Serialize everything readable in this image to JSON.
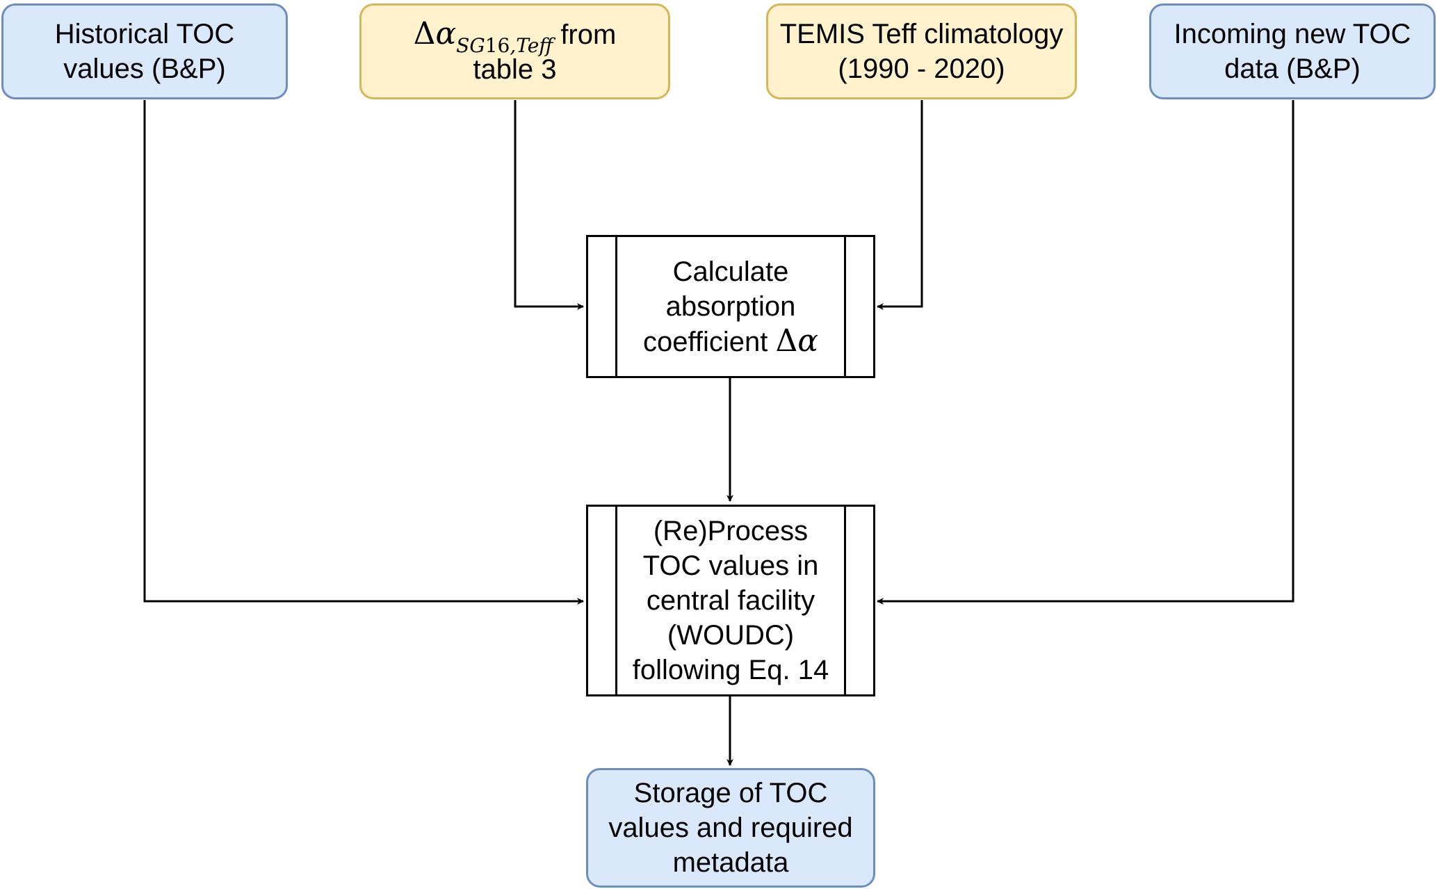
{
  "colors": {
    "blue_fill": "#dae8fc",
    "blue_stroke": "#6c8ebf",
    "yellow_fill": "#fff2cc",
    "yellow_stroke": "#d6b656",
    "stroke": "#000000"
  },
  "nodes": {
    "historical": {
      "line1": "Historical TOC",
      "line2": "values (B&P)"
    },
    "delta_alpha": {
      "delta": "Δ",
      "alpha": "α",
      "sub_a": "SG",
      "sub_num": "16",
      "sub_b": ",Teff",
      "from": "from",
      "line2": "table 3"
    },
    "temis": {
      "line1": "TEMIS Teff climatology",
      "line2": "(1990 - 2020)"
    },
    "incoming": {
      "line1": "Incoming new TOC",
      "line2": "data (B&P)"
    },
    "calculate": {
      "line1": "Calculate",
      "line2": "absorption",
      "line3": "coefficient",
      "delta": "Δ",
      "alpha": "α"
    },
    "reprocess": {
      "line1": "(Re)Process",
      "line2": "TOC values in",
      "line3": "central facility",
      "line4": "(WOUDC)",
      "line5": "following Eq. 14"
    },
    "storage": {
      "line1": "Storage of TOC",
      "line2": "values and required",
      "line3": "metadata"
    }
  }
}
